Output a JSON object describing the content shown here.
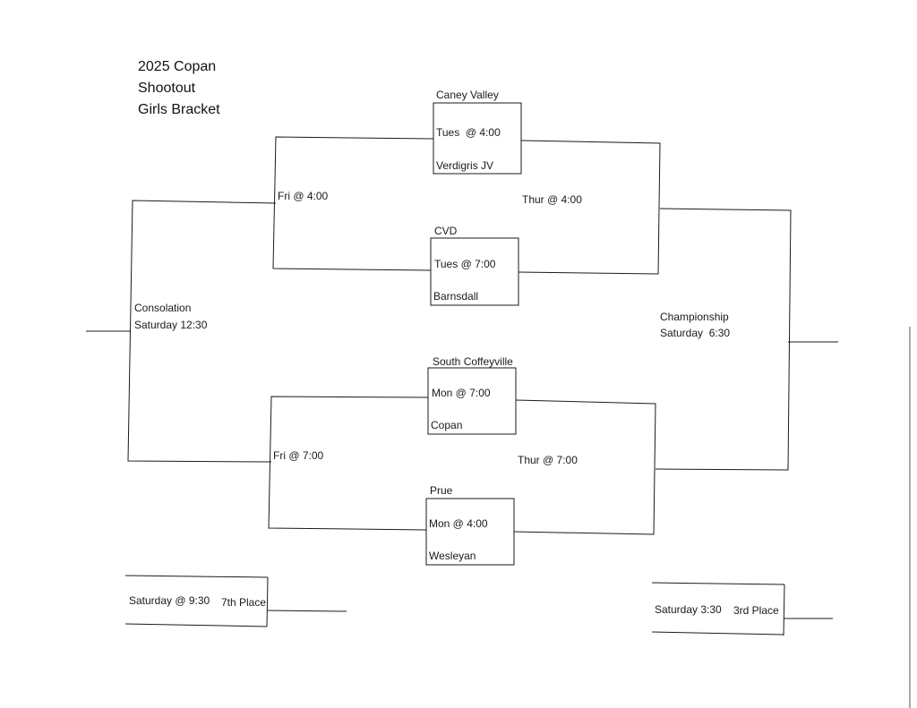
{
  "title": {
    "line1": "2025 Copan",
    "line2": "Shootout",
    "line3": "Girls Bracket"
  },
  "games": {
    "g1": {
      "team_top": "Caney Valley",
      "time": "Tues  @ 4:00",
      "team_bottom": "Verdigris JV"
    },
    "g2": {
      "team_top": "CVD",
      "time": "Tues @ 7:00",
      "team_bottom": "Barnsdall"
    },
    "g3": {
      "team_top": "South Coffeyville",
      "time": "Mon @ 7:00",
      "team_bottom": "Copan"
    },
    "g4": {
      "team_top": "Prue",
      "time": "Mon @ 4:00",
      "team_bottom": "Wesleyan"
    }
  },
  "semifinals": {
    "upper_time": "Thur @ 4:00",
    "lower_time": "Thur @ 7:00"
  },
  "loser_bracket": {
    "upper_time": "Fri @ 4:00",
    "lower_time": "Fri @ 7:00"
  },
  "consolation": {
    "label": "Consolation",
    "time": "Saturday 12:30"
  },
  "championship": {
    "label": "Championship",
    "time": "Saturday  6:30"
  },
  "seventh_place": {
    "time": "Saturday @ 9:30",
    "label": "7th Place"
  },
  "third_place": {
    "time": "Saturday 3:30",
    "label": "3rd Place"
  },
  "colors": {
    "line": "#1a1a1a",
    "text": "#111111",
    "background": "#ffffff"
  }
}
